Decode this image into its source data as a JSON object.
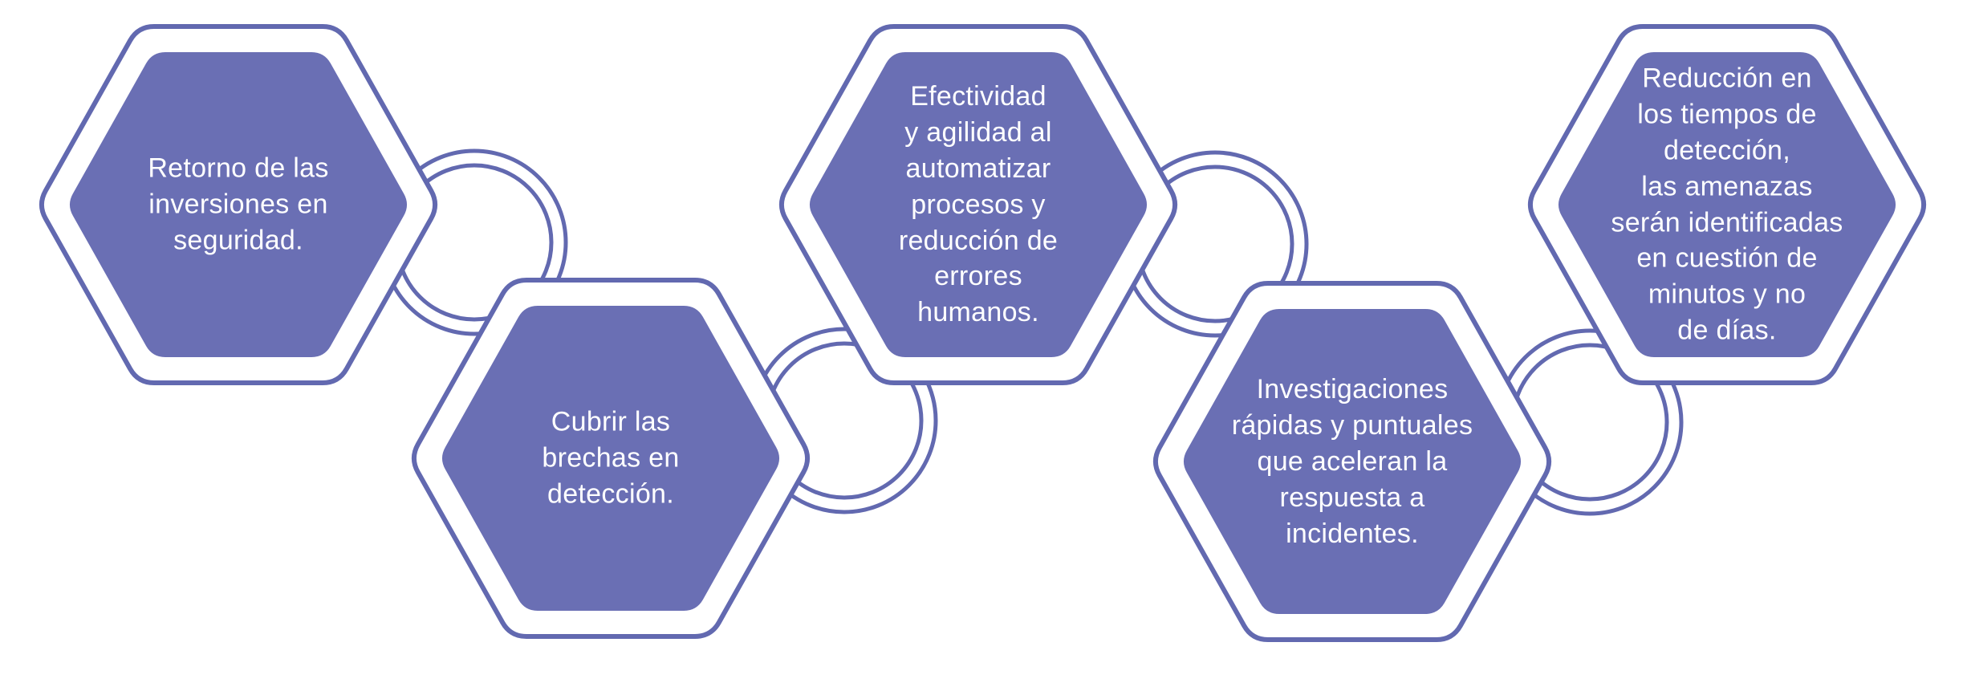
{
  "colors": {
    "accent": "#6A6FB4",
    "outline": "#6269B0",
    "text": "#FFFFFF",
    "background": "#FFFFFF"
  },
  "diagram": {
    "type": "hexagon-chain",
    "hexagons": [
      {
        "text": "Retorno de las\ninversiones en\nseguridad."
      },
      {
        "text": "Cubrir las\nbrechas en\ndetección."
      },
      {
        "text": "Efectividad\ny agilidad al\nautomatizar\nprocesos y\nreducción de\nerrores\nhumanos."
      },
      {
        "text": "Investigaciones\nrápidas y puntuales\nque aceleran la\nrespuesta a\nincidentes."
      },
      {
        "text": "Reducción en\nlos tiempos de\ndetección,\nlas amenazas\nserán identificadas\nen cuestión de\nminutos y no\nde días."
      }
    ]
  }
}
